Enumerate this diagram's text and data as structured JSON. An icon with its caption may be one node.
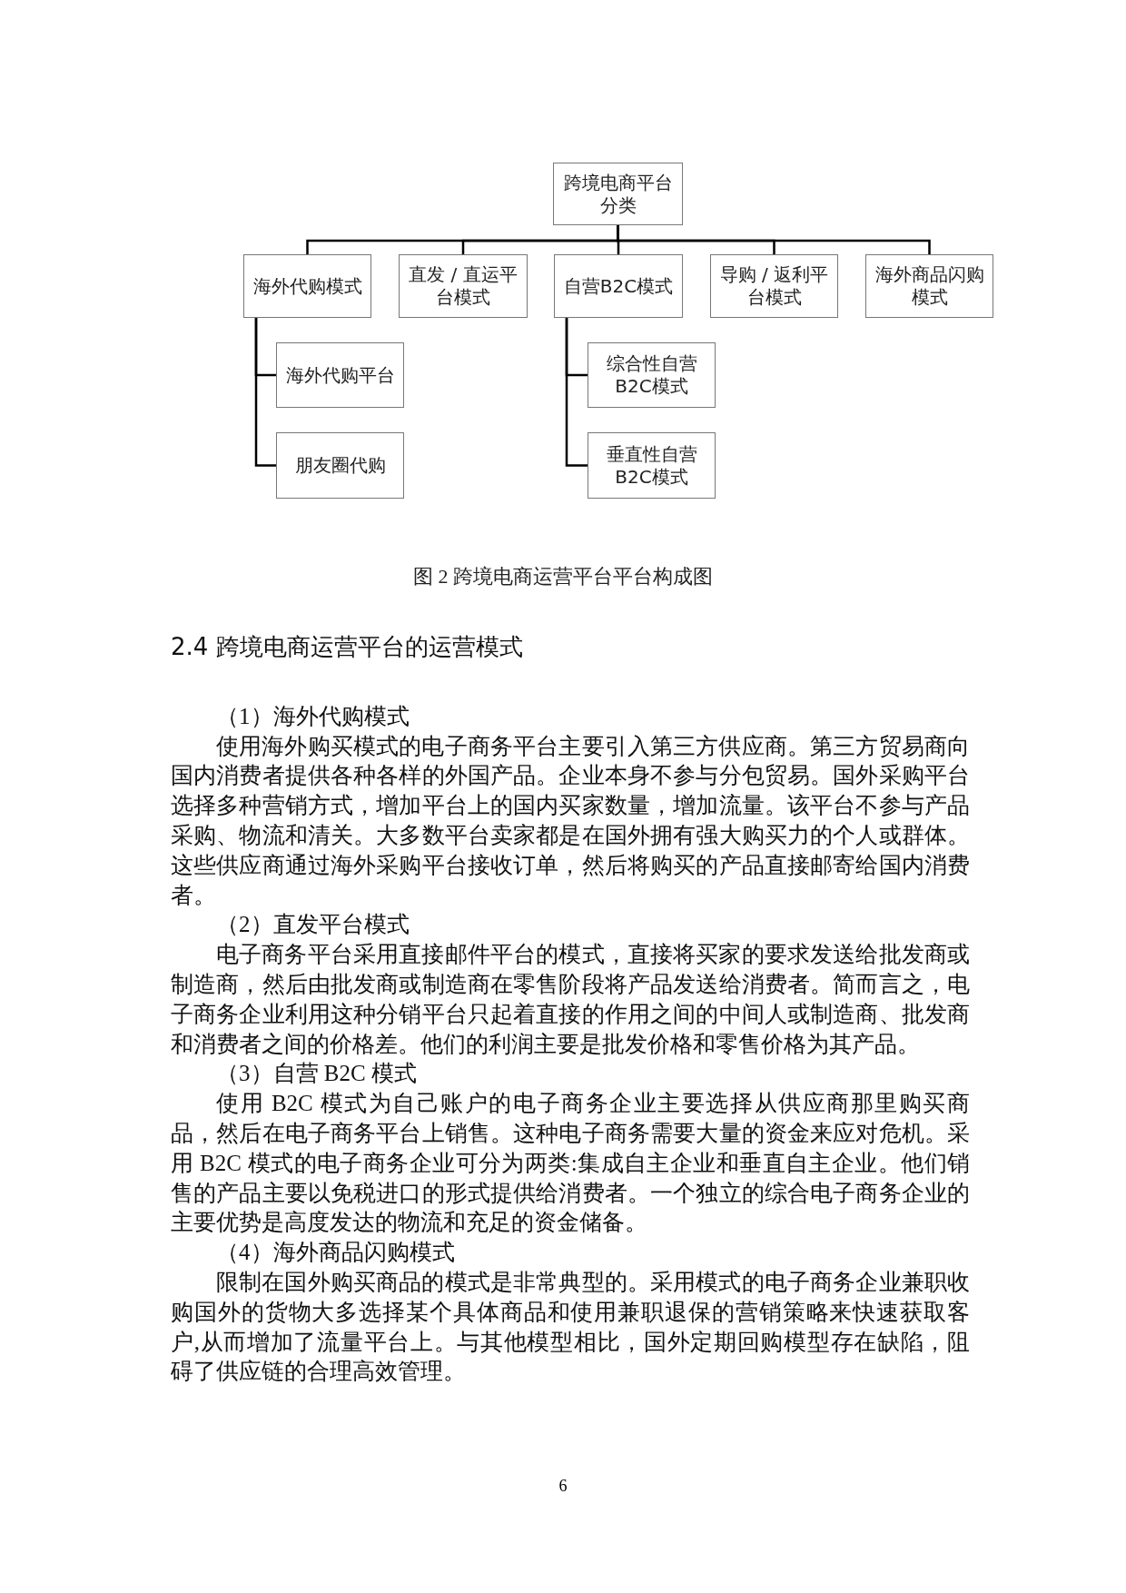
{
  "diagram": {
    "caption": "图 2 跨境电商运营平台平台构成图",
    "nodes": [
      {
        "text": [
          "跨境电商平台分类"
        ]
      },
      {
        "text": [
          "海外代购模式"
        ]
      },
      {
        "text": [
          "直发 / 直运平台模式"
        ]
      },
      {
        "text": [
          "自营B2C模式"
        ]
      },
      {
        "text": [
          "导购 / 返利平台模式"
        ]
      },
      {
        "text": [
          "海外商品闪购模式"
        ]
      },
      {
        "text": [
          "海外代购平台"
        ]
      },
      {
        "text": [
          "朋友圈代购"
        ]
      },
      {
        "text": [
          "综合性自营B2C模式"
        ]
      },
      {
        "text": [
          "垂直性自营B2C模式"
        ]
      }
    ],
    "edges": [
      {
        "from": 0,
        "to": 1,
        "arrow": "none"
      },
      {
        "from": 0,
        "to": 2,
        "arrow": "none"
      },
      {
        "from": 0,
        "to": 3,
        "arrow": "none"
      },
      {
        "from": 0,
        "to": 4,
        "arrow": "none"
      },
      {
        "from": 0,
        "to": 5,
        "arrow": "none"
      },
      {
        "from": 1,
        "to": 6,
        "arrow": "none"
      },
      {
        "from": 1,
        "to": 7,
        "arrow": "none"
      },
      {
        "from": 3,
        "to": 8,
        "arrow": "none"
      },
      {
        "from": 3,
        "to": 9,
        "arrow": "none"
      }
    ],
    "labels": [
      "2.4 跨境电商运营平台的运营模式",
      "（1）海外代购模式",
      "使用海外购买模式的电子商务平台主要引入第三方供应商。第三方贸易商向国内消费者提供各种各样的外国产品。企业本身不参与分包贸易。国外采购平台选择多种营销方式，增加平台上的国内买家数量，增加流量。该平台不参与产品采购、物流和清关。大多数平台卖家都是在国外拥有强大购买力的个人或群体。这些供应商通过海外采购平台接收订单，然后将购买的产品直接邮寄给国内消费者。",
      "（2）直发平台模式",
      "电子商务平台采用直接邮件平台的模式，直接将买家的要求发送给批发商或制造商，然后由批发商或制造商在零售阶段将产品发送给消费者。简而言之，电子商务企业利用这种分销平台只起着直接的作用之间的中间人或制造商、批发商和消费者之间的价格差。他们的利润主要是批发价格和零售价格为其产品。",
      "（3）自营 B2C 模式",
      "使用 B2C 模式为自己账户的电子商务企业主要选择从供应商那里购买商品，然后在电子商务平台上销售。这种电子商务需要大量的资金来应对危机。采用 B2C 模式的电子商务企业可分为两类:集成自主企业和垂直自主企业。他们销售的产品主要以免税进口的形式提供给消费者。一个独立的综合电子商务企业的主要优势是高度发达的物流和充足的资金储备。",
      "（4）海外商品闪购模式",
      "限制在国外购买商品的模式是非常典型的。采用模式的电子商务企业兼职收购国外的货物大多选择某个具体商品和使用兼职退保的营销策略来快速获取客户,从而增加了流量平台上。与其他模型相比，国外定期回购模型存在缺陷，阻碍了供应链的合理高效管理。",
      "6"
    ]
  }
}
